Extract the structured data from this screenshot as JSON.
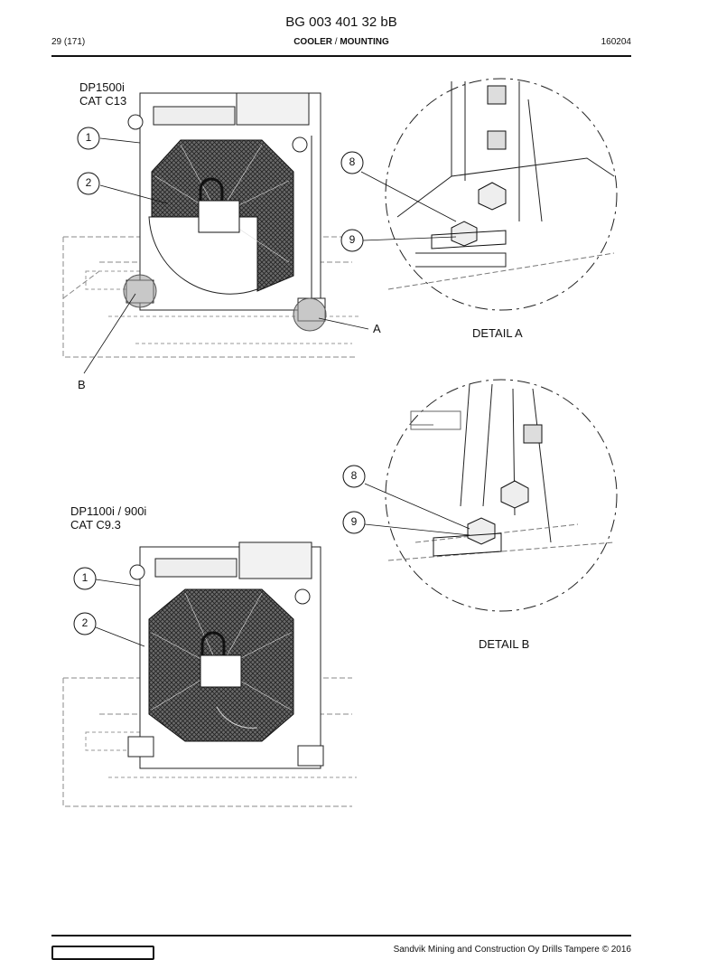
{
  "header": {
    "doc_title": "BG 003 401 32 bB",
    "page_number": "29 (171)",
    "section_main": "COOLER",
    "section_sep": " / ",
    "section_sub": "MOUNTING",
    "date_code": "160204"
  },
  "figure_top": {
    "variant_line1": "DP1500i",
    "variant_line2": "CAT C13",
    "callouts": [
      "1",
      "2"
    ],
    "point_labels": [
      "A",
      "B"
    ]
  },
  "detail_a": {
    "label": "DETAIL A",
    "callouts": [
      "8",
      "9"
    ]
  },
  "detail_b": {
    "label": "DETAIL B",
    "callouts": [
      "8",
      "9"
    ]
  },
  "figure_bottom": {
    "variant_line1": "DP1100i / 900i",
    "variant_line2": "CAT C9.3",
    "callouts": [
      "1",
      "2"
    ]
  },
  "footer": {
    "copyright": "Sandvik Mining and Construction Oy Drills Tampere © 2016"
  }
}
